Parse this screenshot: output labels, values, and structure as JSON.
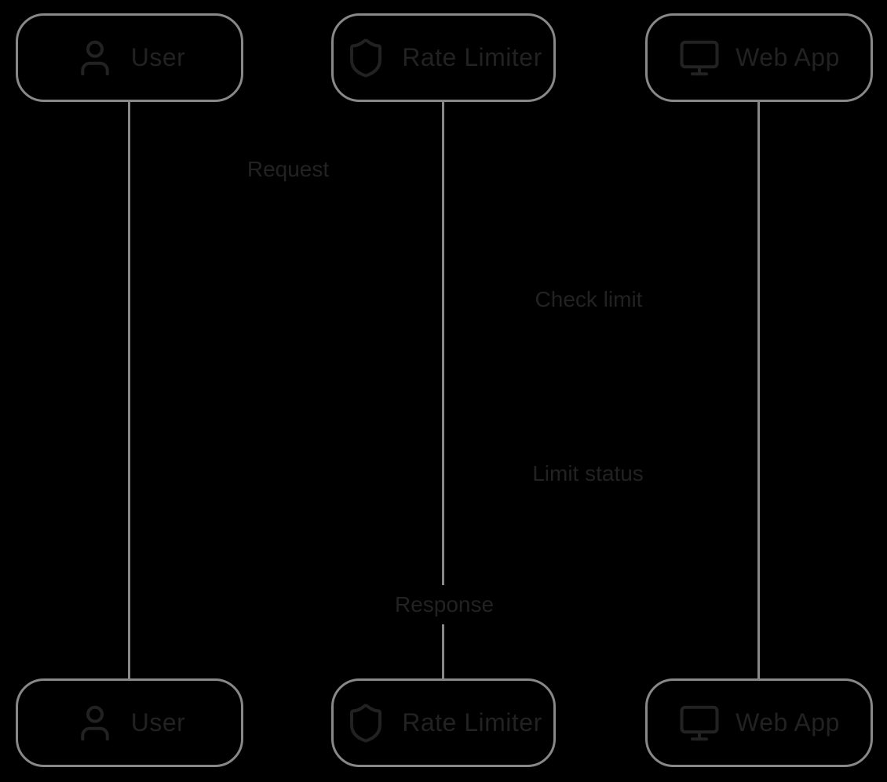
{
  "diagram": {
    "kind": "sequence-diagram",
    "background_color": "#000000",
    "line_color": "#888888",
    "ink_color": "#222222"
  },
  "participants": [
    {
      "label": "User",
      "icon": "user-icon"
    },
    {
      "label": "Rate Limiter",
      "icon": "shield-icon"
    },
    {
      "label": "Web App",
      "icon": "monitor-icon"
    }
  ],
  "messages": [
    {
      "label": "Request"
    },
    {
      "label": "Check limit"
    },
    {
      "label": "Limit status"
    },
    {
      "label": "Response"
    }
  ]
}
